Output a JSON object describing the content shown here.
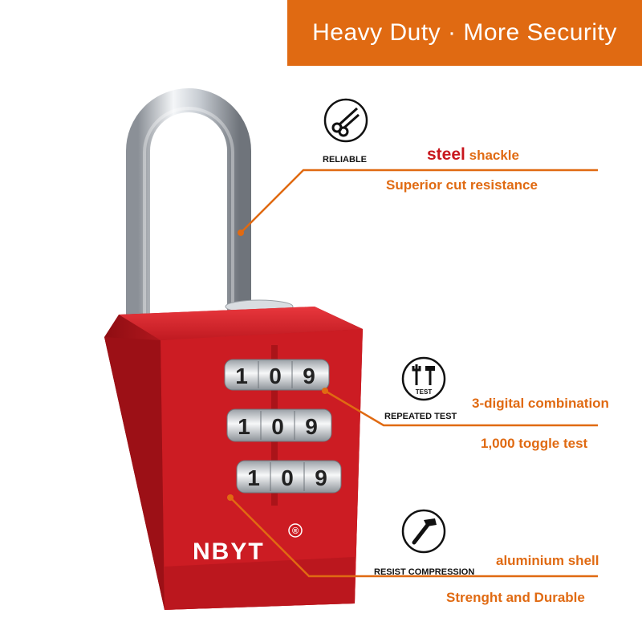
{
  "banner": {
    "title": "Heavy Duty · More Security"
  },
  "product": {
    "brand": "NBYT",
    "registered_mark": "®",
    "dial_digits": [
      "1",
      "0",
      "9"
    ]
  },
  "features": [
    {
      "icon": "scissors-icon",
      "label": "RELIABLE",
      "headline_strong": "steel",
      "headline_rest": "shackle",
      "detail": "Superior cut resistance"
    },
    {
      "icon": "tools-test-icon",
      "icon_text": "TEST",
      "label": "REPEATED TEST",
      "headline": "3-digital combination",
      "detail": "1,000 toggle test"
    },
    {
      "icon": "hammer-icon",
      "label": "RESIST COMPRESSION",
      "headline": "aluminium shell",
      "detail": "Strenght and Durable"
    }
  ],
  "colors": {
    "accent": "#e06a12",
    "lock_body": "#c8171e",
    "steel_text": "#c8171e"
  }
}
